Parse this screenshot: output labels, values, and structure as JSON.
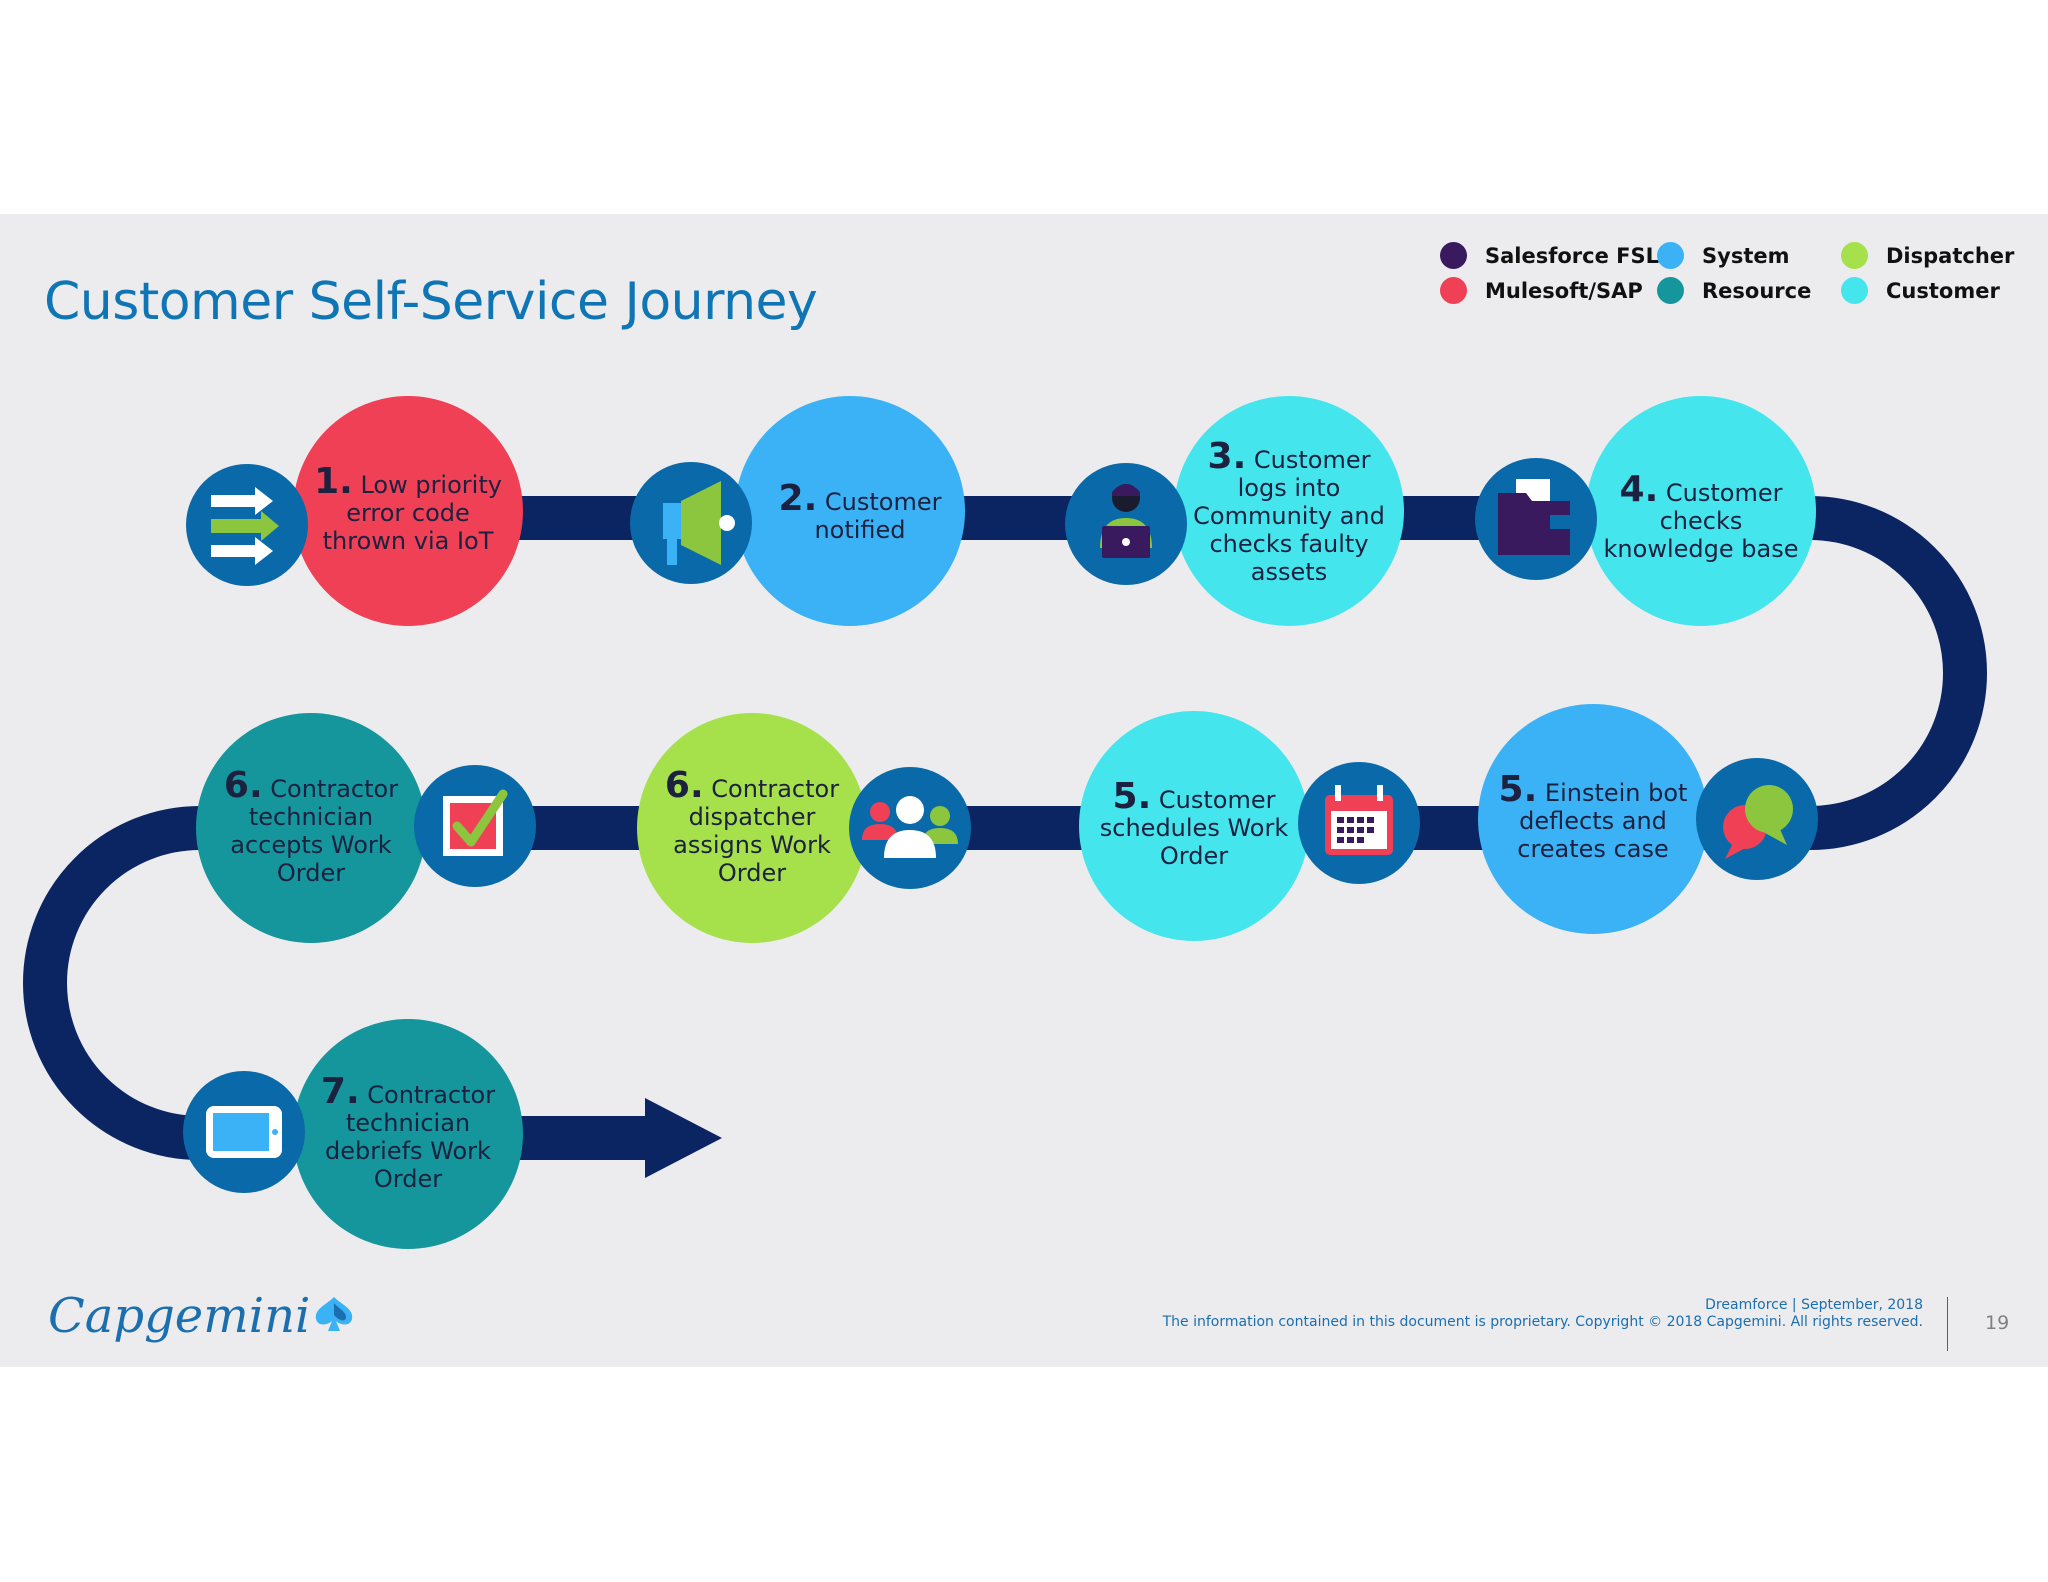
{
  "title": "Customer Self-Service Journey",
  "colors": {
    "salesforce_fsl": "#3a1a5e",
    "mulesoft_sap": "#ef4056",
    "system": "#3bb2f5",
    "resource": "#14969c",
    "dispatcher": "#a6e04a",
    "customer": "#45e5ed",
    "path": "#0b2462",
    "icon_circle": "#0a69a8"
  },
  "legend": [
    {
      "label": "Salesforce FSL",
      "color": "#3a1a5e"
    },
    {
      "label": "System",
      "color": "#3bb2f5"
    },
    {
      "label": "Dispatcher",
      "color": "#a6e04a"
    },
    {
      "label": "Mulesoft/SAP",
      "color": "#ef4056"
    },
    {
      "label": "Resource",
      "color": "#14969c"
    },
    {
      "label": "Customer",
      "color": "#45e5ed"
    }
  ],
  "steps": [
    {
      "num": "1.",
      "text": "Low priority error code thrown via IoT",
      "icon": "arrows-icon"
    },
    {
      "num": "2.",
      "text": "Customer notified",
      "icon": "megaphone-icon"
    },
    {
      "num": "3.",
      "text": "Customer logs into Community and checks faulty assets",
      "icon": "person-laptop-icon"
    },
    {
      "num": "4.",
      "text": "Customer checks knowledge base",
      "icon": "folder-icon"
    },
    {
      "num": "5.",
      "text": "Einstein bot deflects and creates case",
      "icon": "chat-bubbles-icon"
    },
    {
      "num": "5.",
      "text": "Customer schedules Work Order",
      "icon": "calendar-icon"
    },
    {
      "num": "6.",
      "text": "Contractor dispatcher assigns Work Order",
      "icon": "people-icon"
    },
    {
      "num": "6.",
      "text": "Contractor technician accepts Work Order",
      "icon": "checkbox-icon"
    },
    {
      "num": "7.",
      "text": "Contractor technician debriefs Work Order",
      "icon": "tablet-icon"
    }
  ],
  "footer": {
    "event": "Dreamforce | September, 2018",
    "copyright": "The information contained in this document is proprietary. Copyright © 2018 Capgemini. All rights reserved.",
    "page": "19"
  },
  "logo": "Capgemini"
}
